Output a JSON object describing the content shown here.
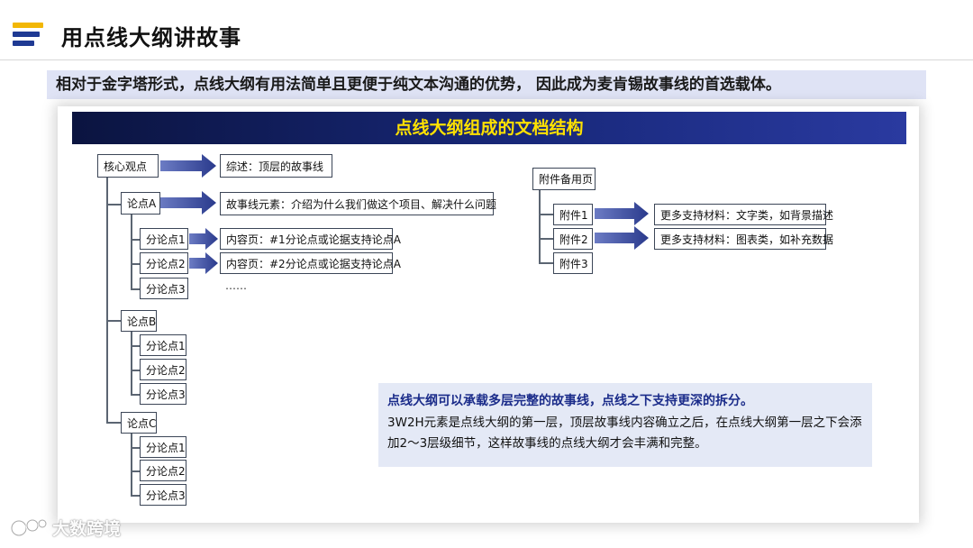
{
  "header": {
    "title": "用点线大纲讲故事"
  },
  "subtitle": "相对于金字塔形式，点线大纲有用法简单且更便于纯文本沟通的优势， 因此成为麦肯锡故事线的首选载体。",
  "panel": {
    "title": "点线大纲组成的文档结构"
  },
  "outline": {
    "core": "核心观点",
    "summary": "综述：顶层的故事线",
    "pointA": "论点A",
    "pointA_desc": "故事线元素：介绍为什么我们做这个项目、解决什么问题",
    "pointA_subs": [
      "分论点1",
      "分论点2",
      "分论点3"
    ],
    "content1": "内容页：#1分论点或论据支持论点A",
    "content2": "内容页：#2分论点或论据支持论点A",
    "ellipsis": "……",
    "pointB": "论点B",
    "pointB_subs": [
      "分论点1",
      "分论点2",
      "分论点3"
    ],
    "pointC": "论点C",
    "pointC_subs": [
      "分论点1",
      "分论点2",
      "分论点3"
    ]
  },
  "appendix": {
    "title": "附件备用页",
    "items": [
      "附件1",
      "附件2",
      "附件3"
    ],
    "desc1": "更多支持材料：文字类，如背景描述",
    "desc2": "更多支持材料：图表类，如补充数据"
  },
  "callout": {
    "headline": "点线大纲可以承载多层完整的故事线，点线之下支持更深的拆分。",
    "body": "3W2H元素是点线大纲的第一层，顶层故事线内容确立之后，在点线大纲第一层之下会添加2～3层级细节，这样故事线的点线大纲才会丰满和完整。"
  },
  "watermark": {
    "text": "大数跨境"
  },
  "colors": {
    "accent_blue": "#1f3a93",
    "accent_yellow": "#f2b705",
    "header_text": "#ffe100",
    "arrow": "#3b4c9a"
  }
}
